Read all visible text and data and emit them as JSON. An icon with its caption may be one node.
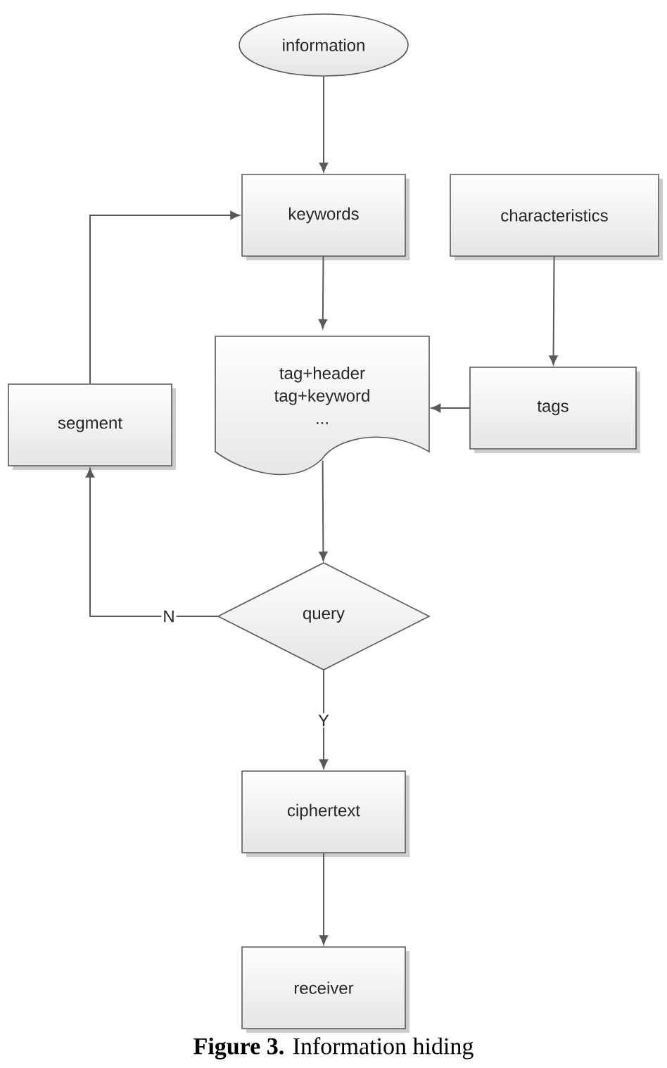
{
  "diagram": {
    "caption": "**Figure 3.** Information hiding",
    "nodes": [
      {
        "text": [
          "information"
        ]
      },
      {
        "text": [
          "keywords"
        ]
      },
      {
        "text": [
          "characteristics"
        ]
      },
      {
        "text": [
          "tag+header",
          "tag+keyword",
          "..."
        ]
      },
      {
        "text": [
          "tags"
        ]
      },
      {
        "text": [
          "segment"
        ]
      },
      {
        "text": [
          "query"
        ]
      },
      {
        "text": [
          "ciphertext"
        ]
      },
      {
        "text": [
          "receiver"
        ]
      }
    ],
    "edges": [
      {
        "from": 0,
        "to": 1,
        "arrow": "to"
      },
      {
        "from": 1,
        "to": 3,
        "arrow": "to"
      },
      {
        "from": 2,
        "to": 4,
        "arrow": "to"
      },
      {
        "from": 4,
        "to": 3,
        "arrow": "to"
      },
      {
        "from": 3,
        "to": 6,
        "arrow": "to"
      },
      {
        "from": 6,
        "to": 5,
        "arrow": "to",
        "label": "N"
      },
      {
        "from": 6,
        "to": 7,
        "arrow": "to",
        "label": "Y"
      },
      {
        "from": 7,
        "to": 8,
        "arrow": "to"
      },
      {
        "from": 5,
        "to": 1,
        "arrow": "to"
      }
    ]
  }
}
